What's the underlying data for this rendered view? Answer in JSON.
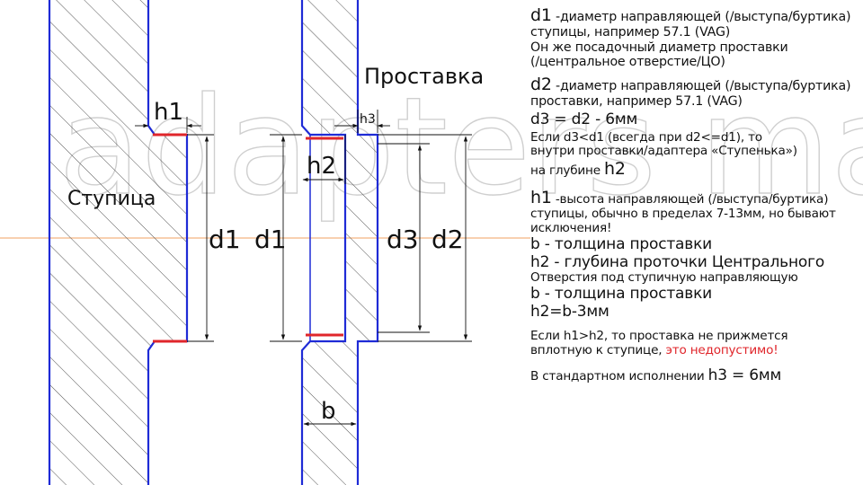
{
  "watermark": "adapters masters",
  "colors": {
    "outline": "#1f2bd6",
    "highlight": "#e0262b",
    "axis": "#f0a060",
    "hatch": "#444444"
  },
  "labels": {
    "hub": "Ступица",
    "spacer": "Проставка",
    "h1": "h1",
    "h2": "h2",
    "h3": "h3",
    "b": "b",
    "d1_hub": "d1",
    "d1_spacer": "d1",
    "d3": "d3",
    "d2": "d2"
  },
  "notes": {
    "d1_sym": "d1",
    "d1_line1": " -диаметр направляющей (/выступа/буртика)",
    "d1_line2": "ступицы, например 57.1 (VAG)",
    "d1_line3": "Он же посадочный диаметр проставки",
    "d1_line4": "(/центральное отверстие/ЦО)",
    "d2_sym": "d2",
    "d2_line1": " -диаметр направляющей (/выступа/буртика)",
    "d2_line2": "проставки, например 57.1 (VAG)",
    "d3_formula": "d3 = d2 - 6мм",
    "cond_line1": "Если d3<d1 (всегда при d2<=d1), то",
    "cond_line2": "внутри проставки/адаптера «Ступенька»)",
    "cond_line3": "на глубине ",
    "cond_line3_sym": "h2",
    "h1_sym": "h1",
    "h1_line1": " -высота направляющей (/выступа/буртика)",
    "h1_line2": "ступицы, обычно в пределах 7-13мм, но бывают",
    "h1_line3": "исключения!",
    "b_line1": "b - толщина проставки",
    "h2_line1": "h2 - глубина проточки Центрального",
    "h2_line2": "Отверстия под ступичную направляющую",
    "b_line2": "b - толщина проставки",
    "h2_formula": "h2=b-3мм",
    "warn_line1": "Если h1>h2, то проставка не прижмется",
    "warn_line2": "вплотную к ступице, ",
    "warn_red": "это недопустимо!",
    "std_text": "В стандартном исполнении ",
    "std_formula": "h3 = 6мм"
  }
}
